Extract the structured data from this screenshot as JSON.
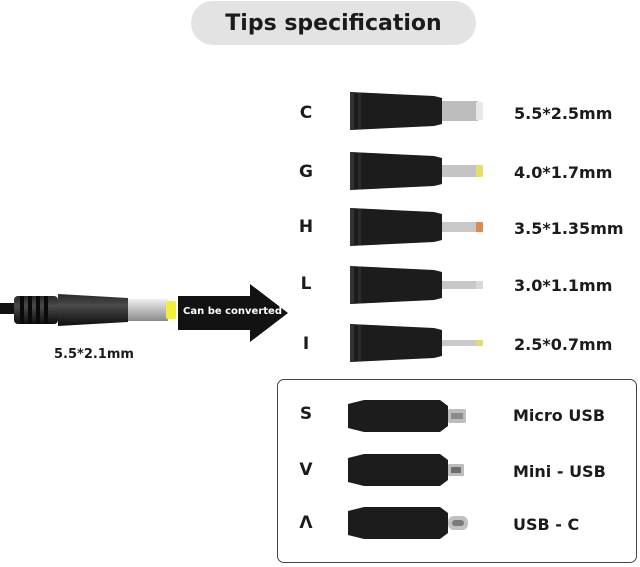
{
  "title": "Tips specification",
  "source": {
    "spec": "5.5*2.1mm"
  },
  "arrow": {
    "label": "Can be converted"
  },
  "barrel_tips": [
    {
      "letter": "C",
      "spec": "5.5*2.5mm",
      "pin_color": "#e8e8e8"
    },
    {
      "letter": "G",
      "spec": "4.0*1.7mm",
      "pin_color": "#e6de66"
    },
    {
      "letter": "H",
      "spec": "3.5*1.35mm",
      "pin_color": "#e08a4a"
    },
    {
      "letter": "L",
      "spec": "3.0*1.1mm",
      "pin_color": "#d8d8d8"
    },
    {
      "letter": "I",
      "spec": "2.5*0.7mm",
      "pin_color": "#e0dc70"
    }
  ],
  "usb_tips": [
    {
      "letter": "S",
      "spec": "Micro USB"
    },
    {
      "letter": "V",
      "spec": "Mini - USB"
    },
    {
      "letter": "Λ",
      "spec": "USB - C"
    }
  ],
  "colors": {
    "pill": "#e3e3e3",
    "tip_body": "#1c1c1c",
    "source_tip": "#f4ee3a"
  }
}
